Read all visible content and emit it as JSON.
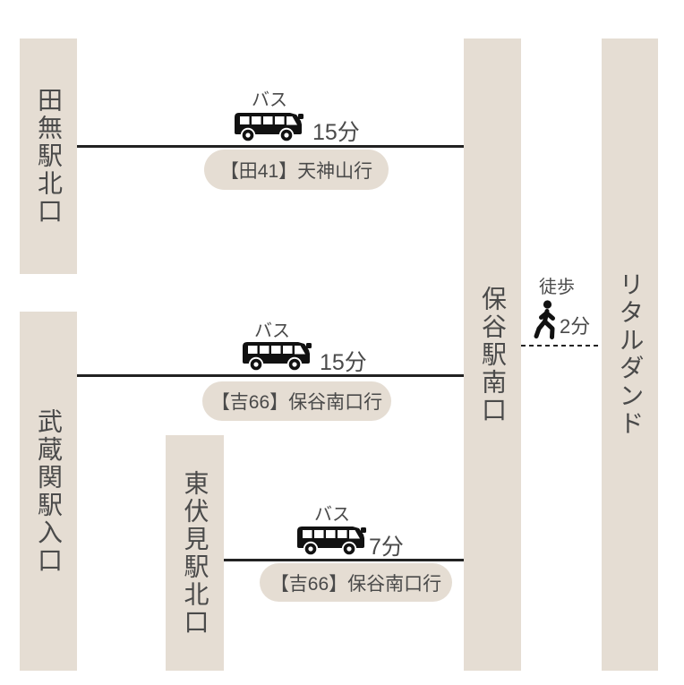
{
  "palette": {
    "bar_bg": "#e5ddd3",
    "text_color": "#4a4a4a",
    "line_color": "#222222",
    "icon_color": "#111111",
    "page_bg": "#ffffff"
  },
  "stations": {
    "tanashi": {
      "label": "田無駅北口"
    },
    "musashiseki": {
      "label": "武蔵関駅入口"
    },
    "higashifushimi": {
      "label": "東伏見駅北口"
    },
    "hoya": {
      "label": "保谷駅南口"
    },
    "destination": {
      "label": "リタルダンド"
    }
  },
  "routes": [
    {
      "mode_label": "バス",
      "duration": "15分",
      "line_name": "【田41】天神山行",
      "icon": "bus-icon"
    },
    {
      "mode_label": "バス",
      "duration": "15分",
      "line_name": "【吉66】保谷南口行",
      "icon": "bus-icon"
    },
    {
      "mode_label": "バス",
      "duration": "7分",
      "line_name": "【吉66】保谷南口行",
      "icon": "bus-icon"
    }
  ],
  "walk": {
    "mode_label": "徒歩",
    "duration": "2分",
    "icon": "walking-person-icon"
  }
}
